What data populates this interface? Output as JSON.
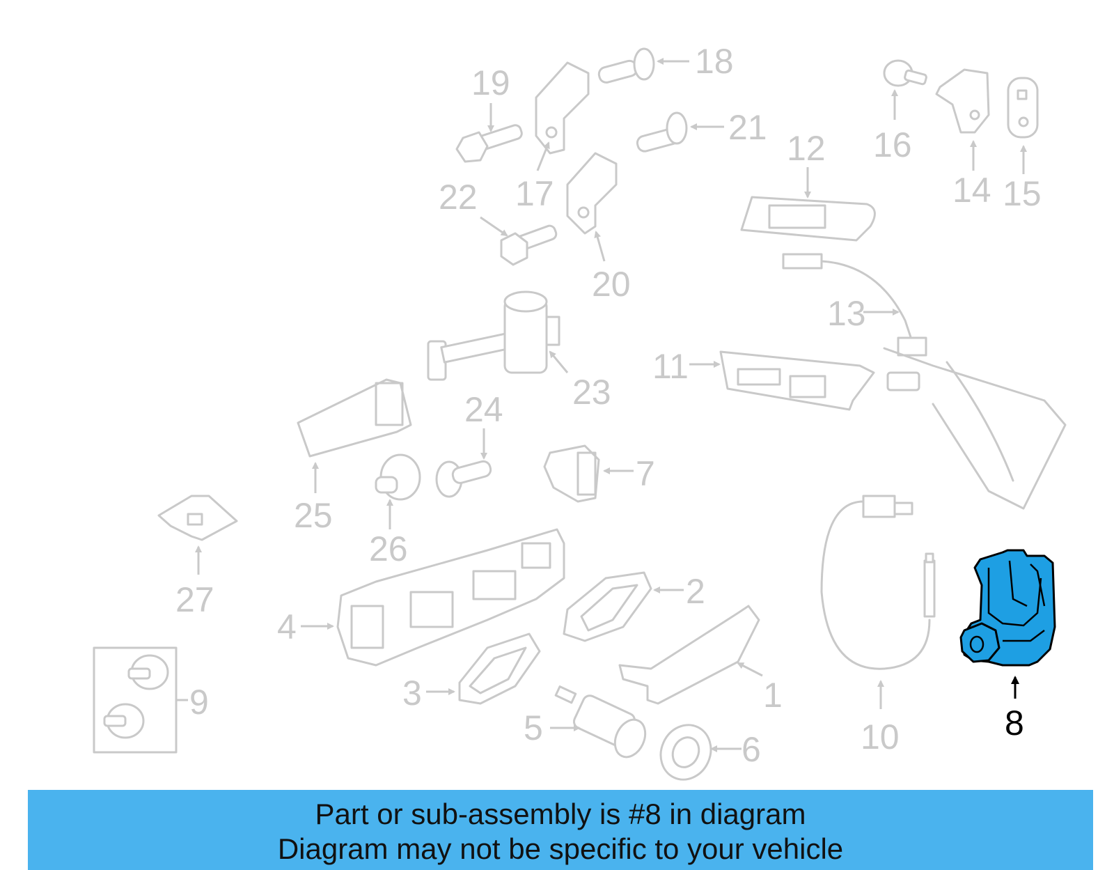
{
  "diagram": {
    "highlight_color": "#1e9fe3",
    "inactive_color": "#c9c9c9",
    "highlighted_part": "8",
    "callouts": [
      "1",
      "2",
      "3",
      "4",
      "5",
      "6",
      "7",
      "8",
      "9",
      "10",
      "11",
      "12",
      "13",
      "14",
      "15",
      "16",
      "17",
      "18",
      "19",
      "20",
      "21",
      "22",
      "23",
      "24",
      "25",
      "26",
      "27"
    ]
  },
  "banner": {
    "line1": "Part or sub-assembly is #8 in diagram",
    "line2": "Diagram may not be specific to your vehicle",
    "background": "#4ab3ee"
  }
}
